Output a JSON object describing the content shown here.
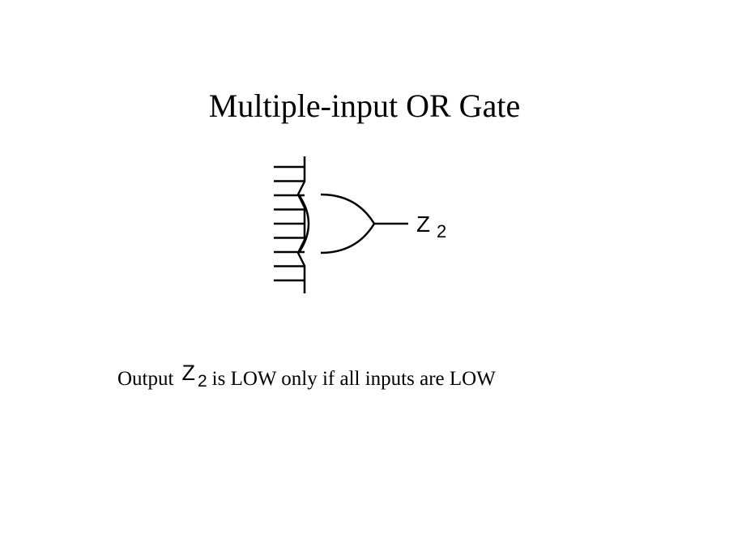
{
  "slide": {
    "title": "Multiple-input OR Gate",
    "output_label": {
      "variable": "Z",
      "subscript": "2"
    },
    "caption": {
      "prefix": "Output",
      "variable": "Z",
      "subscript": "2",
      "suffix": "is LOW only if all inputs are LOW"
    },
    "input_count": 9,
    "line_color": "#000000",
    "background_color": "#ffffff"
  }
}
